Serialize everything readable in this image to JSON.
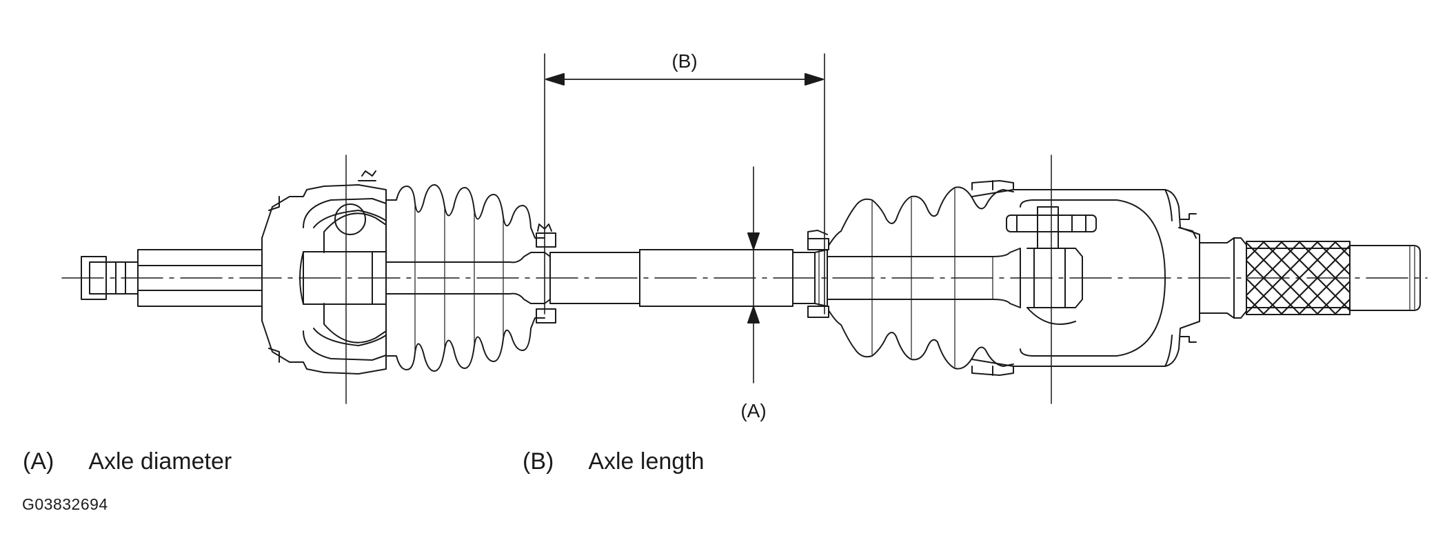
{
  "diagram": {
    "callouts": {
      "a": "(A)",
      "b": "(B)"
    },
    "legend": [
      {
        "key": "(A)",
        "description": "Axle diameter"
      },
      {
        "key": "(B)",
        "description": "Axle length"
      }
    ],
    "figure_id": "G03832694"
  }
}
